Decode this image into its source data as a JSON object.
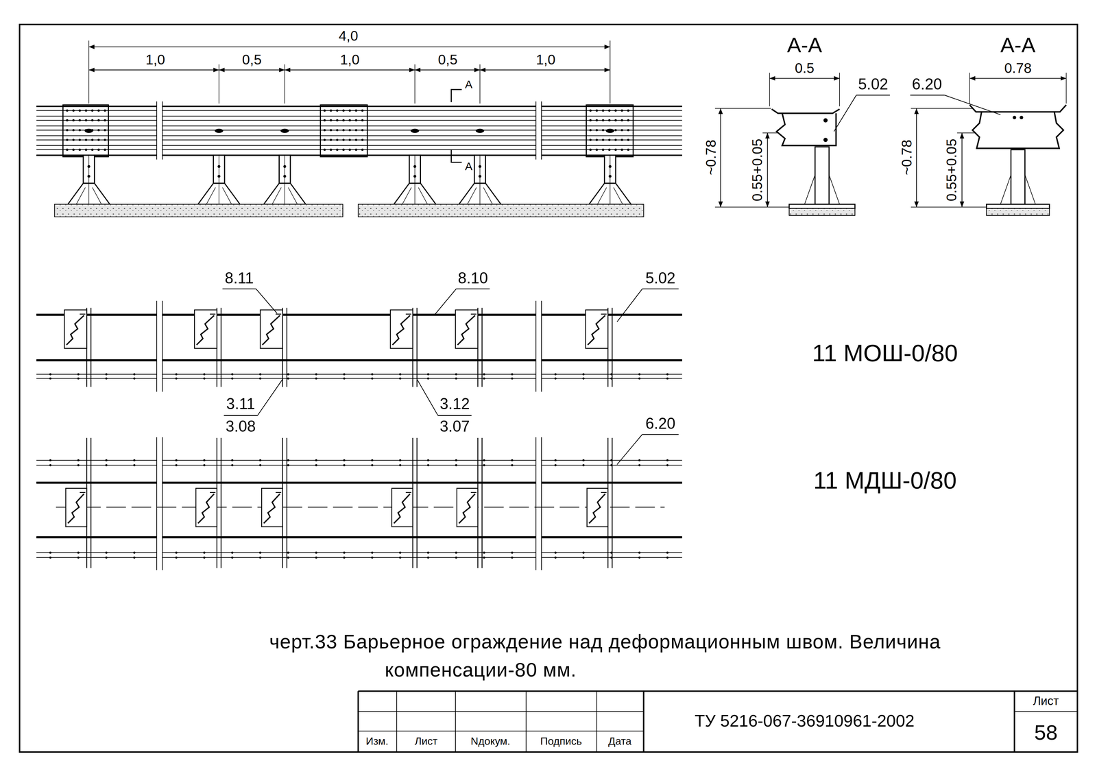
{
  "diagram": {
    "title": "черт.33 Барьерное ограждение над деформационным швом. Величина компенсации-80 мм.",
    "labels": [
      "4,0",
      "1,0",
      "0,5",
      "1,0",
      "0,5",
      "1,0",
      "А",
      "А",
      "А-А",
      "0.5",
      "5.02",
      "~0.78",
      "0.55+0.05",
      "А-А",
      "0.78",
      "6.20",
      "~0.78",
      "0.55+0.05",
      "8.11",
      "8.10",
      "5.02",
      "3.11",
      "3.08",
      "3.12",
      "3.07",
      "6.20",
      "11 МОШ-0/80",
      "11 МДШ-0/80",
      "Изм.",
      "Лист",
      "Nдокум.",
      "Подпись",
      "Дата",
      "ТУ 5216-067-36910961-2002",
      "Лист",
      "58"
    ]
  }
}
